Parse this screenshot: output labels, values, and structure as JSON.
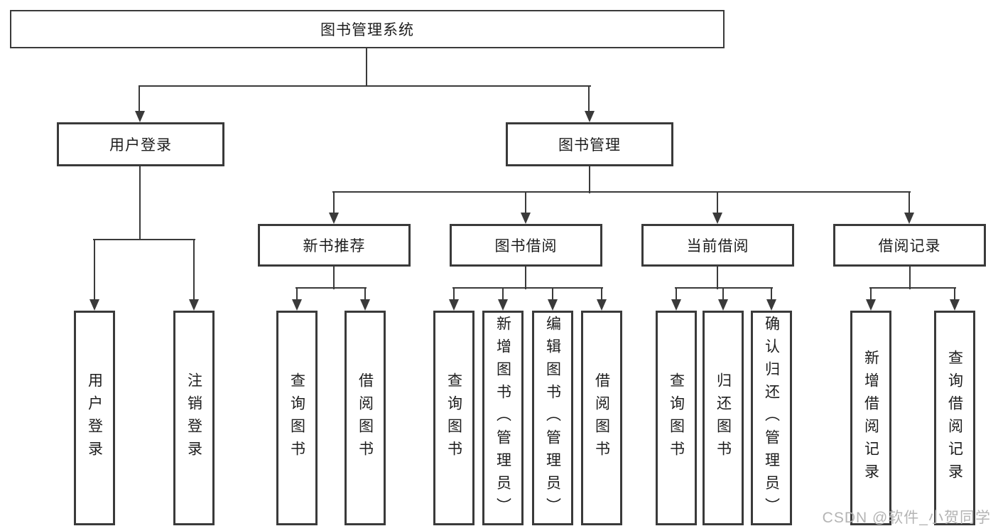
{
  "tree": {
    "root": {
      "label": "图书管理系统"
    },
    "level1": [
      {
        "label": "用户登录"
      },
      {
        "label": "图书管理"
      }
    ],
    "level2": [
      {
        "label": "新书推荐"
      },
      {
        "label": "图书借阅"
      },
      {
        "label": "当前借阅"
      },
      {
        "label": "借阅记录"
      }
    ],
    "leaves": [
      {
        "label": "用户登录"
      },
      {
        "label": "注销登录"
      },
      {
        "label": "查询图书"
      },
      {
        "label": "借阅图书"
      },
      {
        "label": "查询图书"
      },
      {
        "label": "新增图书（管理员）"
      },
      {
        "label": "编辑图书（管理员）"
      },
      {
        "label": "借阅图书"
      },
      {
        "label": "查询图书"
      },
      {
        "label": "归还图书"
      },
      {
        "label": "确认归还（管理员）"
      },
      {
        "label": "新增借阅记录"
      },
      {
        "label": "查询借阅记录"
      }
    ]
  },
  "watermark": {
    "text": "CSDN @软件_小贺同学"
  },
  "colors": {
    "line": "#3a3a3a",
    "text": "#1d1d1d",
    "watermark": "#b4b4b4",
    "background": "#ffffff"
  }
}
